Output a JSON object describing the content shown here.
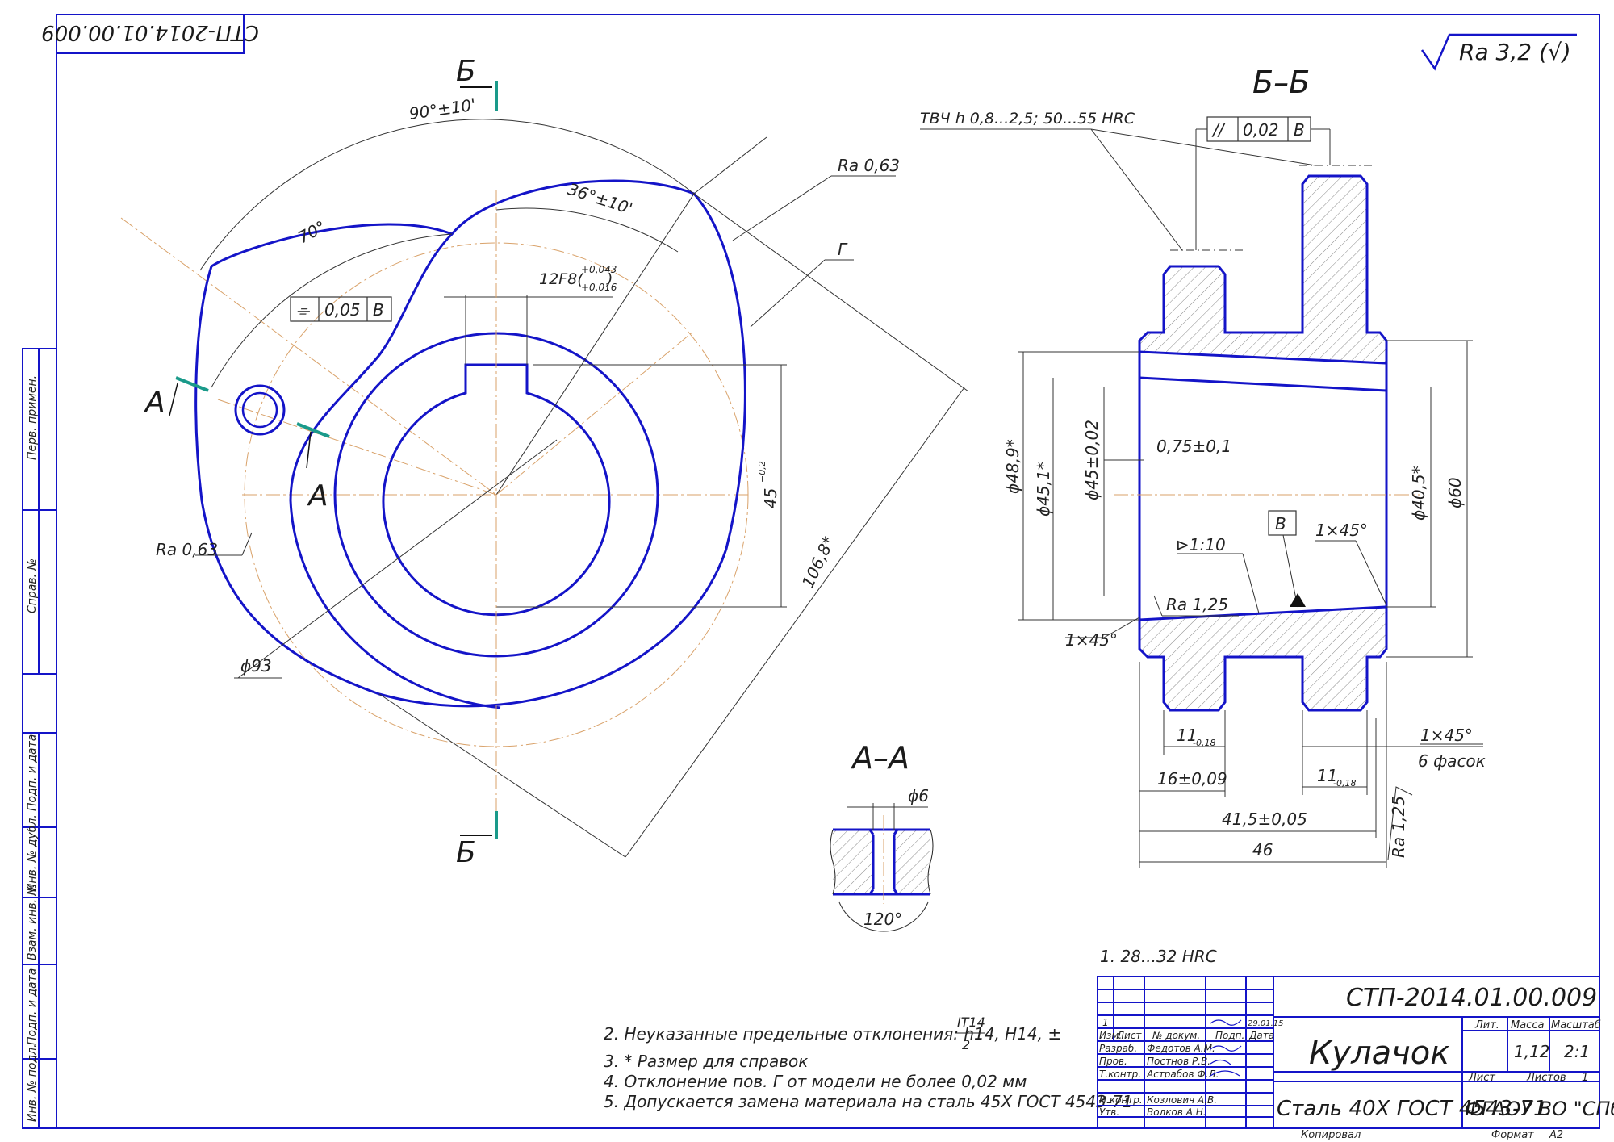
{
  "drawing": {
    "designation": "СТП-2014.01.00.009",
    "designation_mirrored": "СТП-2014.01.00.009",
    "roughness_general": "Ra 3,2 (√)"
  },
  "views": {
    "section_bb": "Б–Б",
    "section_aa": "А–А",
    "letter_b_top": "Б",
    "letter_b_bottom": "Б",
    "letter_a_left": "А",
    "letter_a_right": "А"
  },
  "front_view": {
    "angle_90": "90°±10'",
    "angle_36": "36°±10'",
    "angle_70": "70°",
    "ra_top": "Ra 0,63",
    "ra_left": "Ra 0,63",
    "label_g": "Г",
    "keyway": "12F8(",
    "keyway_tol_up": "+0,043",
    "keyway_tol_low": "+0,016",
    "keyway_close": ")",
    "sym_tol_symbol": "⌯",
    "sym_tol_value": "0,05",
    "sym_tol_base": "В",
    "dim_45": "45",
    "dim_45_tol": "+0,2",
    "dim_1068": "106,8*",
    "dim_93": "ϕ93"
  },
  "section_bb": {
    "hardening": "ТВЧ h 0,8...2,5;  50...55 HRC",
    "par_symbol": "//",
    "par_value": "0,02",
    "par_base": "В",
    "d489": "ϕ48,9*",
    "d451": "ϕ45,1*",
    "d45": "ϕ45±0,02",
    "d405": "ϕ40,5*",
    "d60": "ϕ60",
    "offset": "0,75±0,1",
    "taper": "⊳1:10",
    "base_b": "В",
    "ra125": "Ra 1,25",
    "ra125_vert": "Ra 1,25",
    "chamfer_right": "1×45°",
    "chamfer_left": "1×45°",
    "chamfer_bottom": "1×45°",
    "chamfer_count": "6 фасок",
    "dim_11a": "11",
    "dim_11a_tol": "-0,18",
    "dim_11b": "11",
    "dim_11b_tol": "-0,18",
    "dim_16": "16±0,09",
    "dim_415": "41,5±0,05",
    "dim_46": "46"
  },
  "section_aa": {
    "d6": "ϕ6",
    "angle": "120°"
  },
  "notes": {
    "n1": "1.  28...32 HRC",
    "n2": "2.  Неуказанные предельные отклонения: h14, H14, ±",
    "n2_frac_top": "IT14",
    "n2_frac_bottom": "2",
    "n3": "3.  * Размер для справок",
    "n4": "4.  Отклонение пов. Г от модели не более 0,02 мм",
    "n5": "5.  Допускается замена материала на сталь 45Х ГОСТ 4543-71"
  },
  "title_block": {
    "designation": "СТП-2014.01.00.009",
    "name": "Кулачок",
    "material": "Сталь 40Х ГОСТ 4543-71",
    "organization": "ФГАОУ ВО \"СПбПУ\"",
    "col_lit": "Лит.",
    "col_mass": "Масса",
    "col_scale": "Масштаб",
    "mass": "1,12",
    "scale": "2:1",
    "sheet": "Лист",
    "sheets": "Листов",
    "sheets_count": "1",
    "change_no": "1",
    "hdr_izm": "Изм.",
    "hdr_list": "Лист",
    "hdr_doc": "№ докум.",
    "hdr_sign": "Подп.",
    "hdr_date": "Дата",
    "row_razrab": "Разраб.",
    "row_prov": "Пров.",
    "row_tkontr": "Т.контр.",
    "row_nkontr": "Н.контр.",
    "row_utv": "Утв.",
    "name_razrab": "Федотов А.М.",
    "name_prov": "Постнов Р.В.",
    "name_tkontr": "Астрабов Ф.Л.",
    "name_nkontr": "Козлович А.В.",
    "name_utv": "Волков А.Н.",
    "date_change": "29.01.15",
    "copied": "Копировал",
    "format": "Формат",
    "format_value": "A2"
  },
  "side_stamps": {
    "perv_primen": "Перв. примен.",
    "sprav": "Справ. №",
    "podp_data_1": "Подп. и дата",
    "inv_dubl": "Инв. № дубл.",
    "vzam_inv": "Взам. инв. №",
    "podp_data_2": "Подп. и дата",
    "inv_podl": "Инв. № подл."
  }
}
